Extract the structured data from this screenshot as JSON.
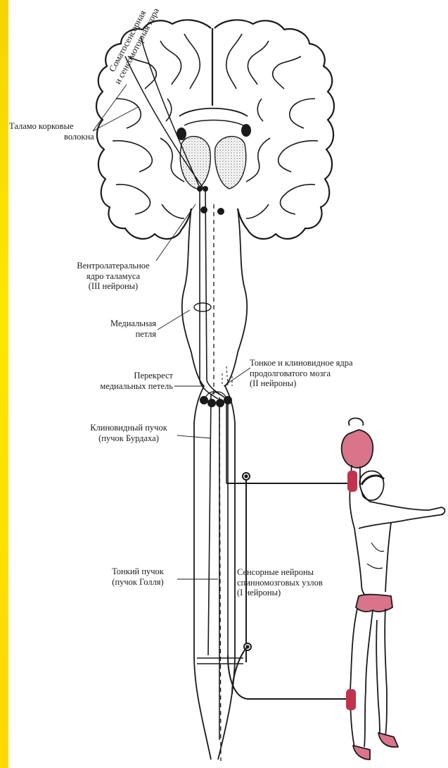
{
  "labels": {
    "cortex_line1": "Соматосенсорная",
    "cortex_line2": "и сенсомоторная кора",
    "thalamo_line1": "Таламо  корковые",
    "thalamo_line2": "волокна",
    "ventrolateral_line1": "Вентролатеральное",
    "ventrolateral_line2": "ядро таламуса",
    "ventrolateral_line3": "(III нейроны)",
    "medial_loop_line1": "Медиальная",
    "medial_loop_line2": "петля",
    "decussation_line1": "Перекрест",
    "decussation_line2": "медиальных петель",
    "nuclei_line1": "Тонкое и клиновидное ядра",
    "nuclei_line2": "продолговатого мозга",
    "nuclei_line3": "(II нейроны)",
    "cuneate_line1": "Клиновидный пучок",
    "cuneate_line2": "(пучок Бурдаха)",
    "gracile_line1": "Тонкий пучок",
    "gracile_line2": "(пучок Голля)",
    "sensory_line1": "Сенсорные нейроны",
    "sensory_line2": "спинномозговых узлов",
    "sensory_line3": "(I нейроны)"
  },
  "colors": {
    "left_strip": "#ffe600",
    "ink": "#1a1a1a",
    "highlight": "#c0334d",
    "background": "#ffffff"
  }
}
